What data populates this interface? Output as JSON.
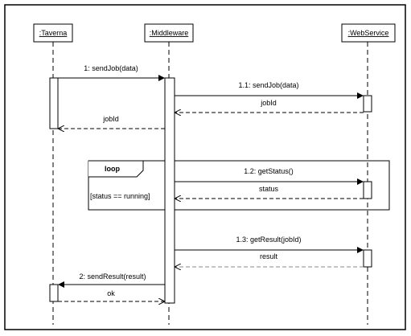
{
  "participants": {
    "taverna": ":Taverna",
    "middleware": ":Middleware",
    "webservice": ":WebService"
  },
  "messages": {
    "m1": "1: sendJob(data)",
    "m1_1": "1.1: sendJob(data)",
    "r_jobid_ws": "jobId",
    "r_jobid_mw": "jobId",
    "m1_2": "1.2: getStatus()",
    "r_status": "status",
    "m1_3": "1.3: getResult(jobId)",
    "r_result": "result",
    "m2": "2: sendResult(result)",
    "r_ok": "ok"
  },
  "loop": {
    "operator": "loop",
    "guard": "[status == running]"
  }
}
